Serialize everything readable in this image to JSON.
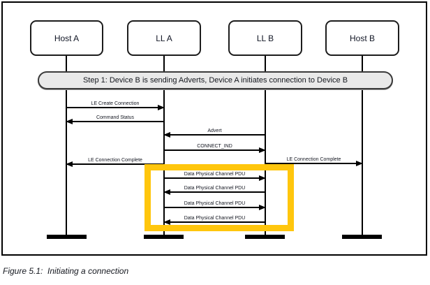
{
  "figure": {
    "caption": "Figure 5.1:  Initiating a connection"
  },
  "diagram": {
    "type": "sequence-diagram",
    "actors": [
      {
        "label": "Host A"
      },
      {
        "label": "LL A"
      },
      {
        "label": "LL B"
      },
      {
        "label": "Host B"
      }
    ],
    "step_banner": "Step 1: Device B is sending Adverts, Device A initiates connection to Device B",
    "messages": [
      {
        "label": "LE Create Connection",
        "from": "Host A",
        "to": "LL A",
        "direction": "right",
        "highlighted": false
      },
      {
        "label": "Command Status",
        "from": "LL A",
        "to": "Host A",
        "direction": "left",
        "highlighted": false
      },
      {
        "label": "Advert",
        "from": "LL B",
        "to": "LL A",
        "direction": "left",
        "highlighted": false
      },
      {
        "label": "CONNECT_IND",
        "from": "LL A",
        "to": "LL B",
        "direction": "right",
        "highlighted": false
      },
      {
        "label": "LE Connection Complete",
        "from": "LL A",
        "to": "Host A",
        "direction": "left",
        "highlighted": false
      },
      {
        "label": "LE Connection Complete",
        "from": "LL B",
        "to": "Host B",
        "direction": "right",
        "highlighted": false
      },
      {
        "label": "Data Physical Channel PDU",
        "from": "LL A",
        "to": "LL B",
        "direction": "right",
        "highlighted": true
      },
      {
        "label": "Data Physical Channel PDU",
        "from": "LL B",
        "to": "LL A",
        "direction": "left",
        "highlighted": true
      },
      {
        "label": "Data Physical Channel PDU",
        "from": "LL A",
        "to": "LL B",
        "direction": "right",
        "highlighted": true
      },
      {
        "label": "Data Physical Channel PDU",
        "from": "LL B",
        "to": "LL A",
        "direction": "left",
        "highlighted": true
      }
    ],
    "highlight_color": "#FFC60D"
  }
}
